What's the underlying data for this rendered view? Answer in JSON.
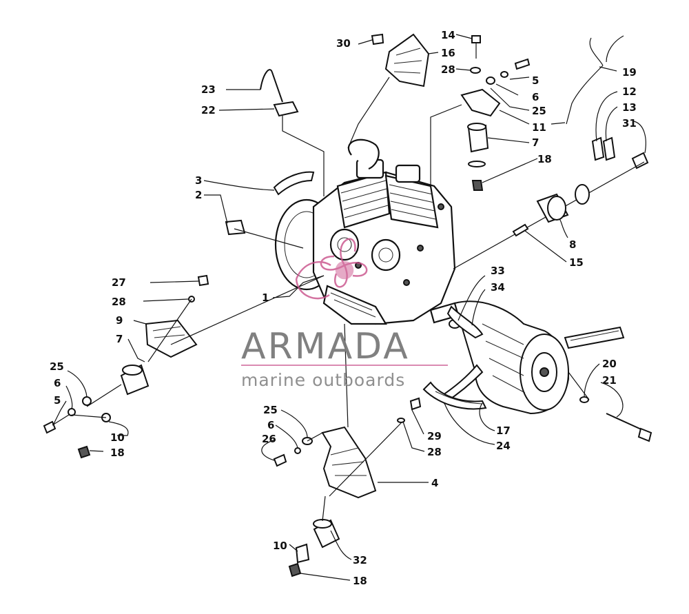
{
  "watermark": {
    "title": "ARMADA",
    "subtitle": "marine outboards",
    "title_color": "#7a7a7a",
    "accent_color": "#c8508a"
  },
  "labels": [
    {
      "id": "1",
      "text": "1"
    },
    {
      "id": "2",
      "text": "2"
    },
    {
      "id": "3",
      "text": "3"
    },
    {
      "id": "4",
      "text": "4"
    },
    {
      "id": "5a",
      "text": "5"
    },
    {
      "id": "5b",
      "text": "5"
    },
    {
      "id": "6a",
      "text": "6"
    },
    {
      "id": "6b",
      "text": "6"
    },
    {
      "id": "6c",
      "text": "6"
    },
    {
      "id": "7a",
      "text": "7"
    },
    {
      "id": "7b",
      "text": "7"
    },
    {
      "id": "8",
      "text": "8"
    },
    {
      "id": "9",
      "text": "9"
    },
    {
      "id": "10a",
      "text": "10"
    },
    {
      "id": "10b",
      "text": "10"
    },
    {
      "id": "11",
      "text": "11"
    },
    {
      "id": "12",
      "text": "12"
    },
    {
      "id": "13",
      "text": "13"
    },
    {
      "id": "14",
      "text": "14"
    },
    {
      "id": "15",
      "text": "15"
    },
    {
      "id": "16",
      "text": "16"
    },
    {
      "id": "17",
      "text": "17"
    },
    {
      "id": "18a",
      "text": "18"
    },
    {
      "id": "18b",
      "text": "18"
    },
    {
      "id": "18c",
      "text": "18"
    },
    {
      "id": "19",
      "text": "19"
    },
    {
      "id": "20",
      "text": "20"
    },
    {
      "id": "21",
      "text": "21"
    },
    {
      "id": "22",
      "text": "22"
    },
    {
      "id": "23",
      "text": "23"
    },
    {
      "id": "24",
      "text": "24"
    },
    {
      "id": "25a",
      "text": "25"
    },
    {
      "id": "25b",
      "text": "25"
    },
    {
      "id": "25c",
      "text": "25"
    },
    {
      "id": "26",
      "text": "26"
    },
    {
      "id": "27",
      "text": "27"
    },
    {
      "id": "28a",
      "text": "28"
    },
    {
      "id": "28b",
      "text": "28"
    },
    {
      "id": "28c",
      "text": "28"
    },
    {
      "id": "29",
      "text": "29"
    },
    {
      "id": "30",
      "text": "30"
    },
    {
      "id": "31",
      "text": "31"
    },
    {
      "id": "32",
      "text": "32"
    },
    {
      "id": "33",
      "text": "33"
    },
    {
      "id": "34",
      "text": "34"
    }
  ]
}
